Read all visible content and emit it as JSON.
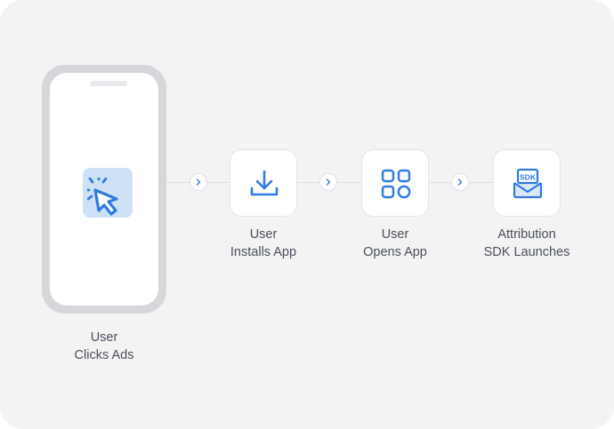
{
  "steps": {
    "clicks": {
      "line1": "User",
      "line2": "Clicks Ads",
      "icon": "cursor-click-icon"
    },
    "installs": {
      "line1": "User",
      "line2": "Installs App",
      "icon": "download-icon"
    },
    "opens": {
      "line1": "User",
      "line2": "Opens App",
      "icon": "app-grid-icon"
    },
    "sdk": {
      "line1": "Attribution",
      "line2": "SDK Launches",
      "icon": "sdk-icon",
      "badge_text": "SDK"
    }
  },
  "colors": {
    "accent": "#2f7be0",
    "accent_light": "#cfe1f6",
    "background": "#f3f3f4",
    "text": "#4a4f5c"
  }
}
